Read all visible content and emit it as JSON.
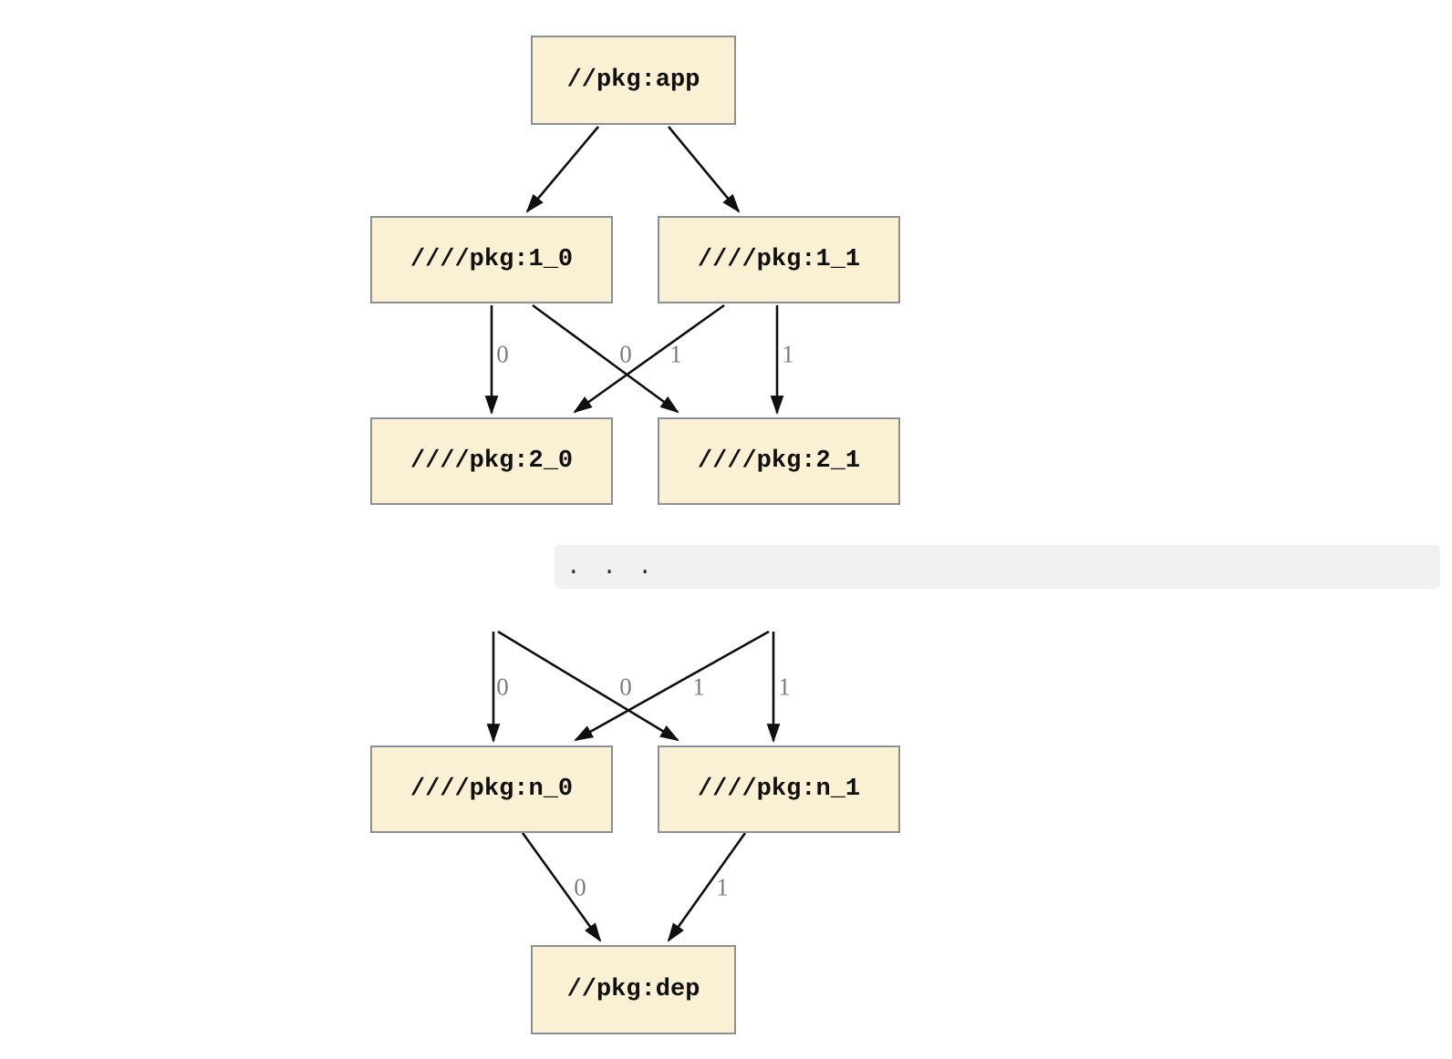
{
  "diagram": {
    "kind": "dependency-graph",
    "nodes": [
      {
        "id": "app",
        "label": "//pkg:app"
      },
      {
        "id": "1_0",
        "label": "////pkg:1_0"
      },
      {
        "id": "1_1",
        "label": "////pkg:1_1"
      },
      {
        "id": "2_0",
        "label": "////pkg:2_0"
      },
      {
        "id": "2_1",
        "label": "////pkg:2_1"
      },
      {
        "id": "n_0",
        "label": "////pkg:n_0"
      },
      {
        "id": "n_1",
        "label": "////pkg:n_1"
      },
      {
        "id": "dep",
        "label": "//pkg:dep"
      }
    ],
    "ellipsis_text": ". . .",
    "edges": [
      {
        "from": "//pkg:app",
        "to": "////pkg:1_0",
        "label": ""
      },
      {
        "from": "//pkg:app",
        "to": "////pkg:1_1",
        "label": ""
      },
      {
        "from": "////pkg:1_0",
        "to": "////pkg:2_0",
        "label": "0"
      },
      {
        "from": "////pkg:1_0",
        "to": "////pkg:2_1",
        "label": "1"
      },
      {
        "from": "////pkg:1_1",
        "to": "////pkg:2_0",
        "label": "0"
      },
      {
        "from": "////pkg:1_1",
        "to": "////pkg:2_1",
        "label": "1"
      },
      {
        "from": ". . .",
        "to": "////pkg:n_0",
        "label": "0"
      },
      {
        "from": ". . .",
        "to": "////pkg:n_1",
        "label": "1"
      },
      {
        "from": ". . .",
        "to": "////pkg:n_0",
        "label": "0"
      },
      {
        "from": ". . .",
        "to": "////pkg:n_1",
        "label": "1"
      },
      {
        "from": "////pkg:n_0",
        "to": "//pkg:dep",
        "label": "0"
      },
      {
        "from": "////pkg:n_1",
        "to": "//pkg:dep",
        "label": "1"
      }
    ],
    "colors": {
      "node_fill": "#faf1d4",
      "node_border": "#8b9094",
      "edge": "#101010",
      "edge_label": "#7d7d7d",
      "ellipsis_bg": "#f1f1f1",
      "ellipsis_fg": "#2b2b2b"
    }
  }
}
